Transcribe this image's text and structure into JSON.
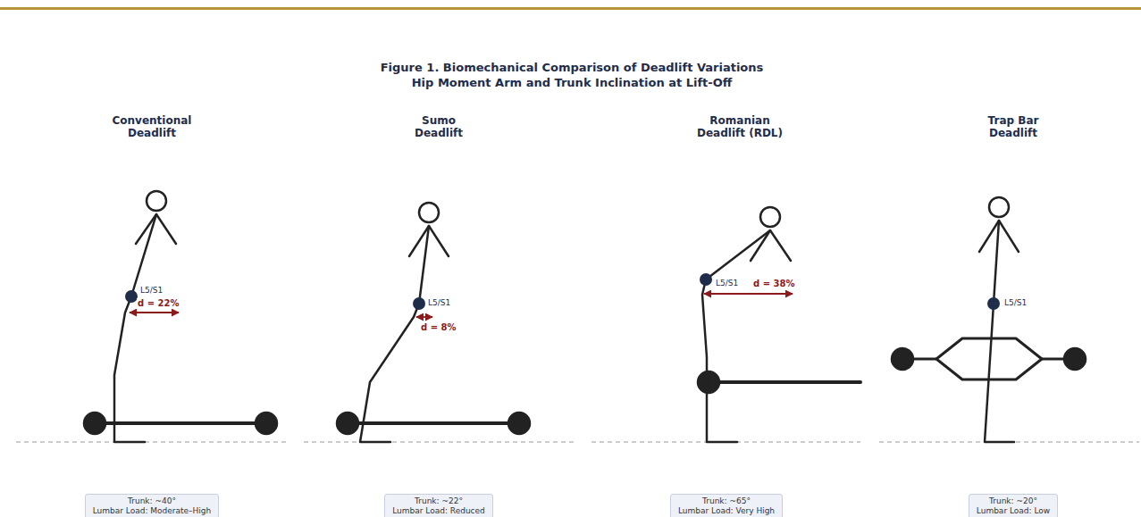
{
  "diagram": {
    "title": "Figure 1. Biomechanical Comparison of Deadlift Variations",
    "nodes": [
      {
        "text": [
          "Trunk: ~40°",
          "Lumbar Load: Moderate–High"
        ]
      },
      {
        "text": [
          "Trunk: ~22°",
          "Lumbar Load: Reduced"
        ]
      },
      {
        "text": [
          "Trunk: ~65°",
          "Lumbar Load: Very High"
        ]
      },
      {
        "text": [
          "Trunk: ~20°",
          "Lumbar Load: Low"
        ]
      }
    ],
    "labels": [
      "Hip Moment Arm and Trunk Inclination at Lift-Off",
      "Conventional Deadlift",
      "L5/S1",
      "d = 22%",
      "Sumo Deadlift",
      "L5/S1",
      "d = 8%",
      "Romanian Deadlift (RDL)",
      "L5/S1",
      "d = 38%",
      "Trap Bar Deadlift",
      "L5/S1"
    ]
  }
}
